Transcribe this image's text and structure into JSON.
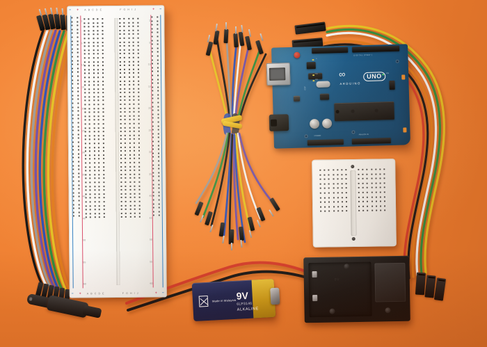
{
  "scene": {
    "title": "Arduino Starter Kit Flat Lay",
    "background_color": "#f4893b",
    "surface": "orange paper background"
  },
  "components": [
    {
      "id": "ribbon-cable-left",
      "name": "Male-to-male rainbow ribbon jumper cable",
      "position": "left edge",
      "connector_type": "male header pins",
      "wire_colors": [
        "#1a1a1a",
        "#f2f2f2",
        "#9a9a9a",
        "#6e4ea8",
        "#2b4fb5",
        "#2e8b3d",
        "#e3c020",
        "#e07a1e"
      ]
    },
    {
      "id": "breadboard-large",
      "name": "830-point solderless breadboard",
      "position": "left",
      "color": "#f7f7f4",
      "rail_colors": {
        "positive": "#d94a6a",
        "negative": "#2f7fc4"
      },
      "column_labels": [
        "A",
        "B",
        "C",
        "D",
        "E",
        "F",
        "G",
        "H",
        "I",
        "J"
      ],
      "row_labels": [
        "1",
        "5",
        "10",
        "15",
        "20",
        "25",
        "30",
        "35",
        "40",
        "45",
        "50",
        "55",
        "60"
      ],
      "rail_markers": [
        "+",
        "−"
      ]
    },
    {
      "id": "jumper-wire-bundle",
      "name": "Bundle of male-to-male jumper wires",
      "position": "center",
      "tie_color": "#f6d23a",
      "tie_label": "yellow twist tie",
      "wire_colors": [
        "#1a1a1a",
        "#2b4fb5",
        "#6e4ea8",
        "#2e8b3d",
        "#e3c020",
        "#f2f2f2",
        "#9a9a9a",
        "#8b5a2b"
      ]
    },
    {
      "id": "arduino-uno",
      "name": "Arduino UNO microcontroller board",
      "position": "top right",
      "pcb_color": "#14588a",
      "silkscreen": {
        "brand": "ARDUINO",
        "model": "UNO",
        "digital_header": "DIGITAL (PWM~)",
        "power_header": "POWER",
        "analog_header": "ANALOG IN",
        "icsp": "ICSP",
        "led_labels": [
          "L",
          "TX",
          "RX",
          "ON"
        ],
        "logo": "infinity-symbol"
      },
      "ports": [
        "USB type-B",
        "DC barrel jack"
      ],
      "reset_button_color": "#c0271a"
    },
    {
      "id": "ribbon-cable-top",
      "name": "Female-to-female rainbow ribbon jumper cable",
      "position": "top right",
      "connector_type": "female housings",
      "wire_colors": [
        "#e3c020",
        "#2e8b3d",
        "#f2f2f2",
        "#e07a1e",
        "#1a1a1a",
        "#d23a2a"
      ]
    },
    {
      "id": "breadboard-mini",
      "name": "170-point mini solderless breadboard",
      "position": "right center",
      "color": "#f5f5f2",
      "mounting_holes": 2
    },
    {
      "id": "ribbon-cable-right",
      "name": "Female-to-female jumper cable",
      "position": "right edge",
      "connector_type": "female housings",
      "wire_colors": [
        "#1a1a1a",
        "#d23a2a",
        "#e3c020",
        "#2b4fb5",
        "#e07a1e"
      ]
    },
    {
      "id": "battery-9v",
      "name": "9V alkaline battery",
      "position": "bottom center",
      "body_color": "#1b2350",
      "cap_color": "#d4a81c",
      "labels": {
        "voltage": "9V",
        "model": "6LP3146",
        "chemistry": "ALKALINE",
        "origin": "Made in Malaysia",
        "symbol": "crossed-out-wheelie-bin"
      }
    },
    {
      "id": "battery-holder",
      "name": "9V battery holder case with leads",
      "position": "bottom right",
      "color": "#141414",
      "lead_colors": [
        "#d23a2a",
        "#1a1a1a"
      ]
    },
    {
      "id": "dc-barrel-plug",
      "name": "DC barrel jack plug with red and black leads",
      "position": "bottom left",
      "color": "#141414",
      "lead_colors": [
        "#d23a2a",
        "#1a1a1a"
      ]
    }
  ]
}
